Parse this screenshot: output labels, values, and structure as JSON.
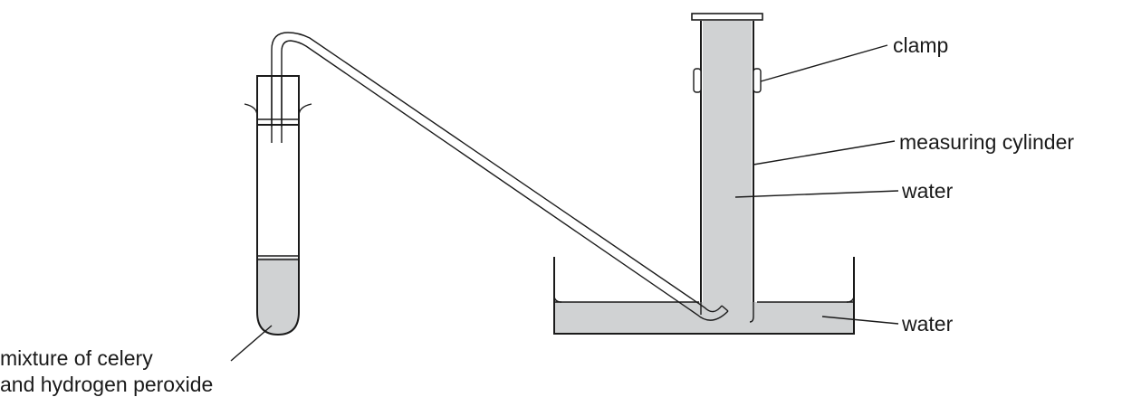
{
  "labels": {
    "clamp": "clamp",
    "cylinder": "measuring cylinder",
    "water_cylinder": "water",
    "water_trough": "water",
    "mixture_line1": "mixture of celery",
    "mixture_line2": "and hydrogen peroxide"
  },
  "colors": {
    "water_fill": "#d0d2d3",
    "outline": "#1a1a1a",
    "background": "#ffffff"
  }
}
